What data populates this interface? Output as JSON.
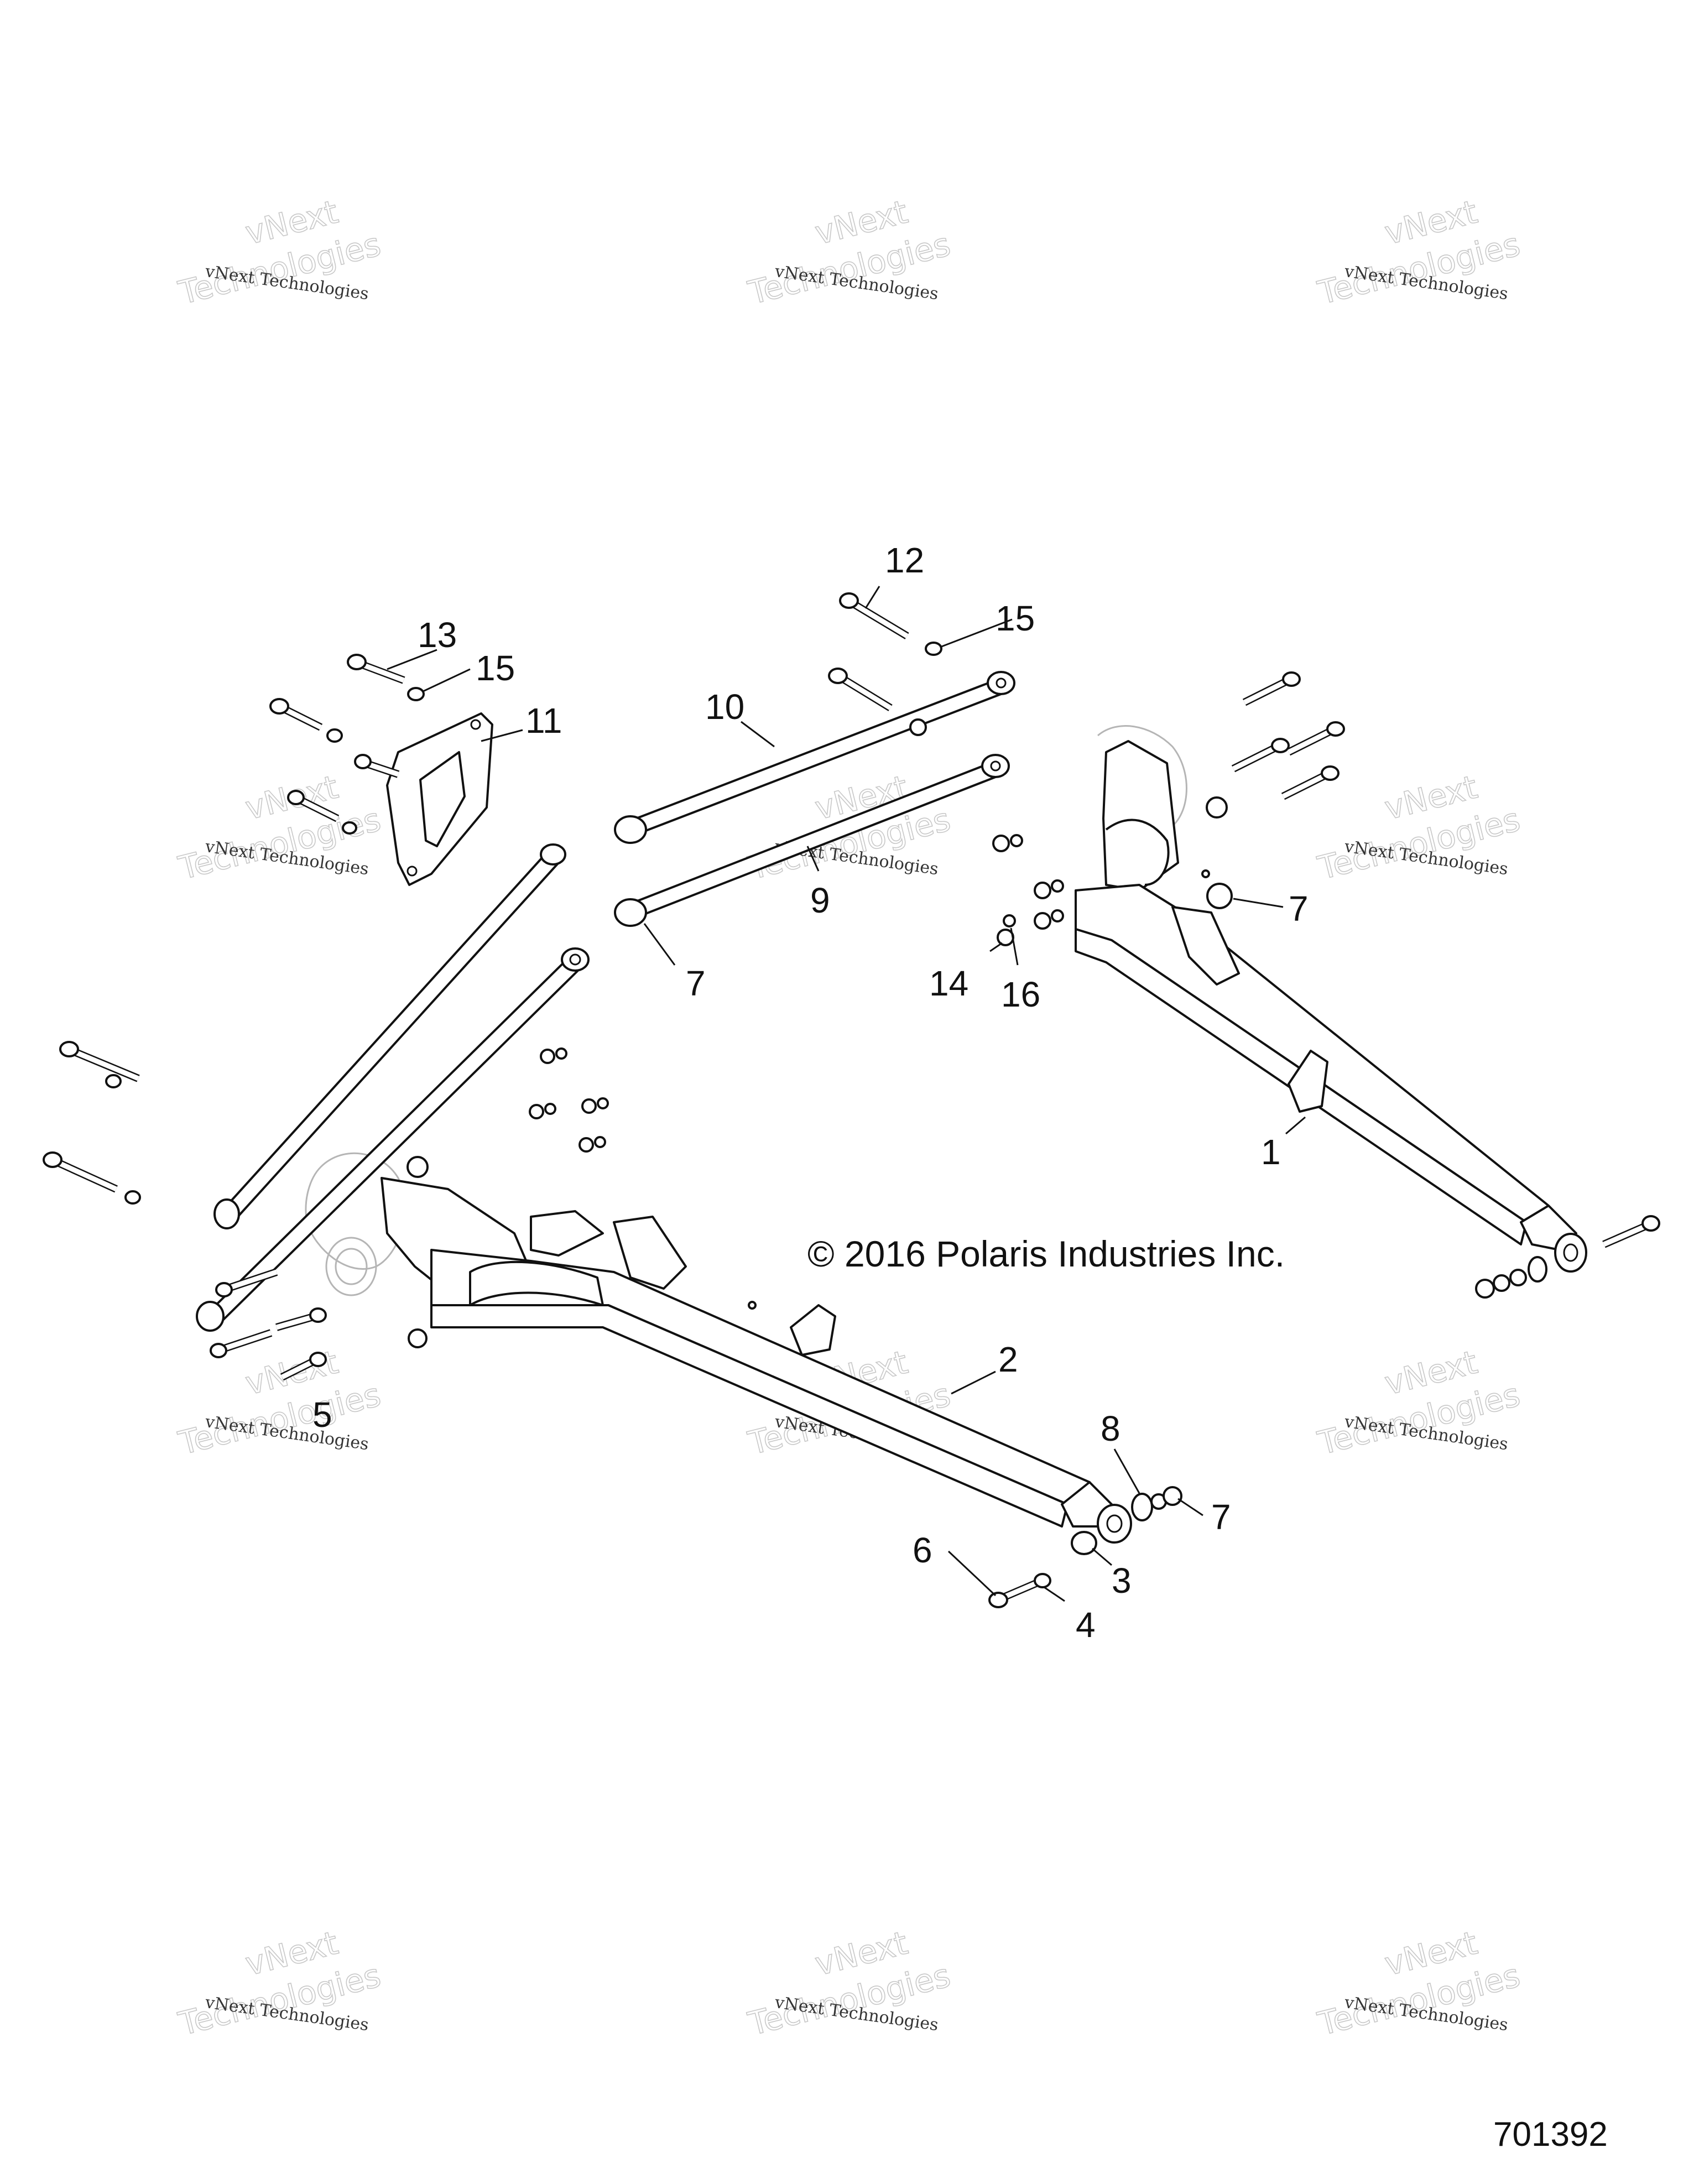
{
  "watermark": {
    "line1": "vNext Technologies",
    "line2": "vNext",
    "line3": "Technologies"
  },
  "copyright": "© 2016 Polaris Industries Inc.",
  "diagram_id": "701392",
  "callouts": {
    "c1": "1",
    "c2": "2",
    "c3": "3",
    "c4": "4",
    "c5": "5",
    "c6": "6",
    "c7a": "7",
    "c7b": "7",
    "c7c": "7",
    "c8": "8",
    "c9": "9",
    "c10": "10",
    "c11": "11",
    "c12": "12",
    "c13": "13",
    "c14": "14",
    "c15a": "15",
    "c15b": "15",
    "c16": "16"
  }
}
